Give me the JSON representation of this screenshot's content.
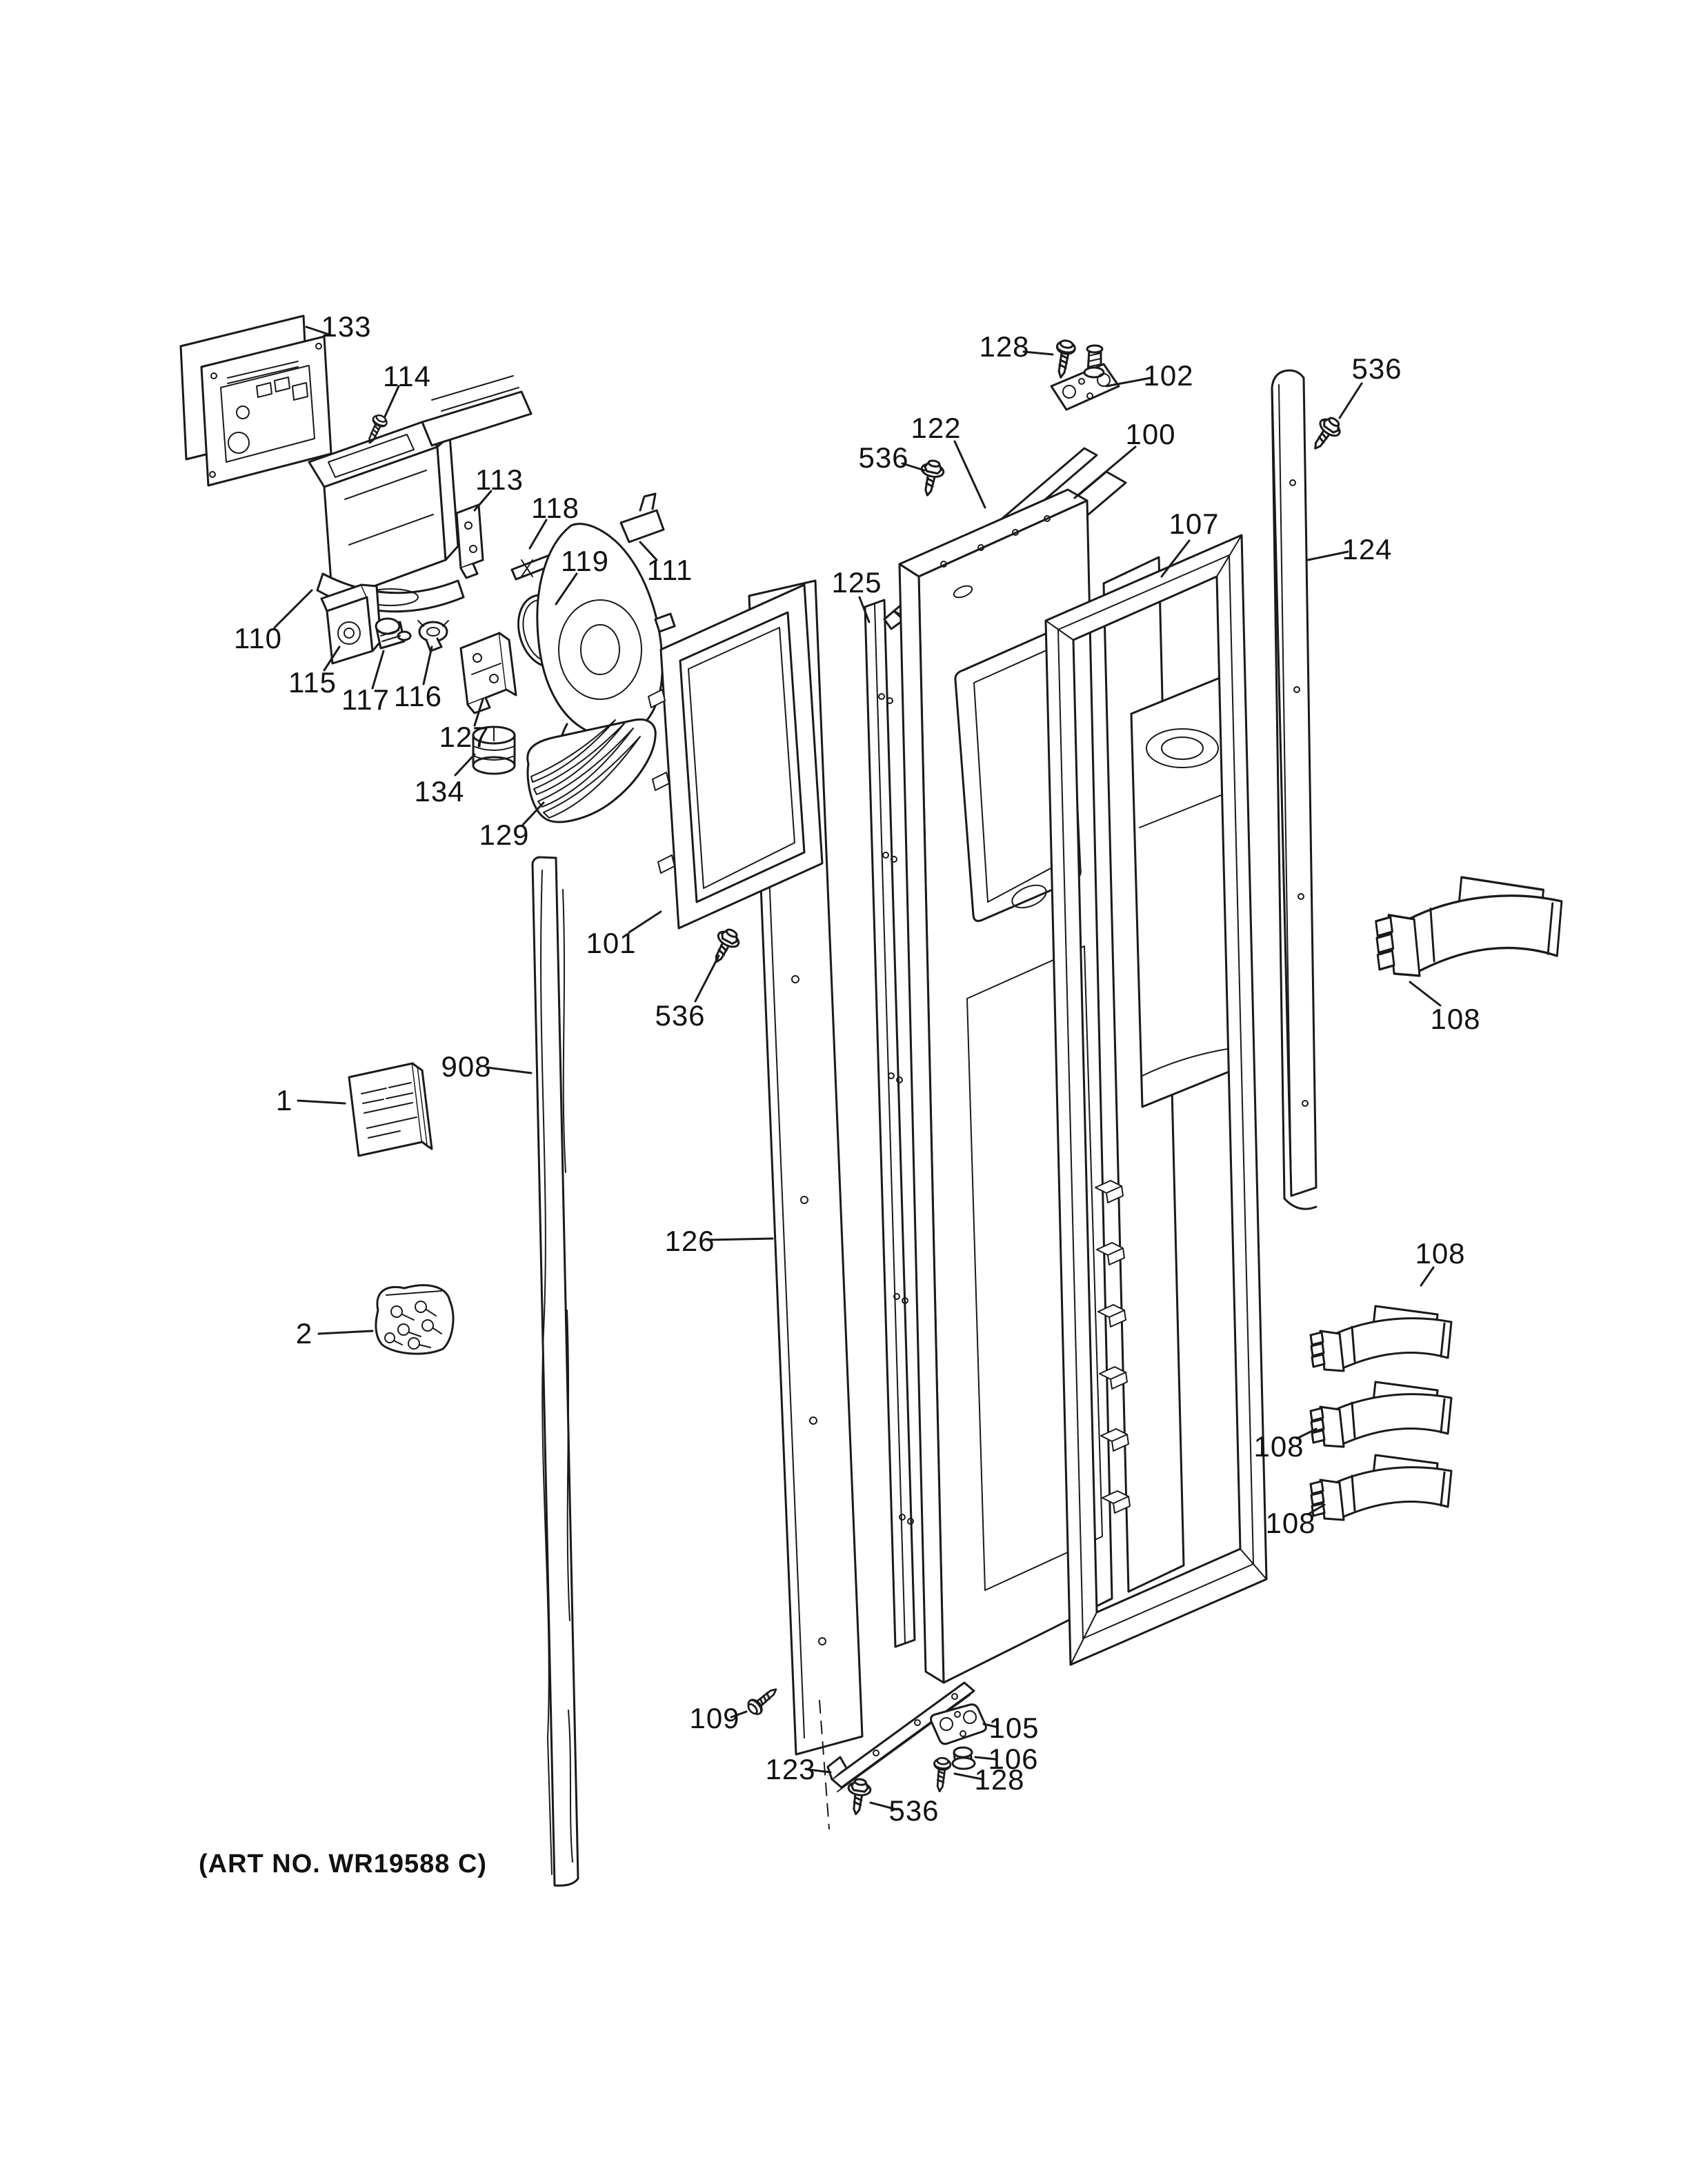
{
  "art_no": "(ART NO. WR19588 C)",
  "ink_color": "#1a1a1a",
  "callouts": {
    "c133": "133",
    "c114": "114",
    "c113": "113",
    "c118": "118",
    "c119": "119",
    "c111": "111",
    "c110": "110",
    "c115": "115",
    "c117": "117",
    "c116": "116",
    "c127": "127",
    "c134": "134",
    "c129": "129",
    "c101": "101",
    "c536_mid": "536",
    "c908": "908",
    "c1": "1",
    "c2": "2",
    "c126": "126",
    "c125": "125",
    "c122": "122",
    "c536_top": "536",
    "c128_top": "128",
    "c102": "102",
    "c100": "100",
    "c107": "107",
    "c124": "124",
    "c536_right": "536",
    "c108_handle": "108",
    "c108_bin_top": "108",
    "c108_bin_mid": "108",
    "c108_bin_bottom": "108",
    "c109": "109",
    "c123": "123",
    "c105": "105",
    "c106": "106",
    "c128_bottom": "128",
    "c536_bottom": "536"
  }
}
